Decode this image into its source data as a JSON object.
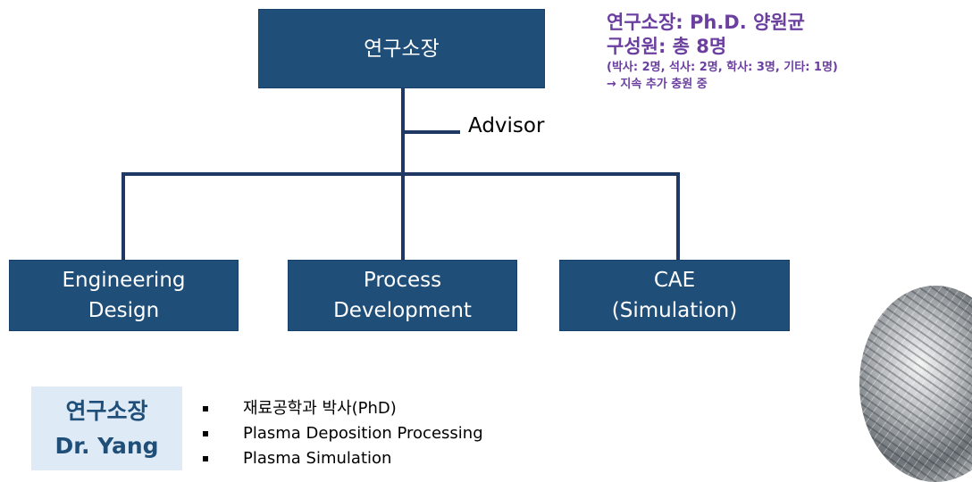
{
  "org": {
    "top": "연구소장",
    "advisor": "Advisor",
    "teams": [
      {
        "line1": "Engineering",
        "line2": "Design"
      },
      {
        "line1": "Process",
        "line2": "Development"
      },
      {
        "line1": "CAE",
        "line2": "(Simulation)"
      }
    ]
  },
  "info": {
    "line1": "연구소장: Ph.D. 양원균",
    "line2": "구성원: 총 8명",
    "line3": "(박사: 2명, 석사: 2명, 학사: 3명, 기타: 1명)",
    "line4": "→ 지속 추가 충원 중"
  },
  "director": {
    "title": "연구소장",
    "name": "Dr. Yang",
    "bullets": [
      "재료공학과 박사(PhD)",
      "Plasma Deposition Processing",
      "Plasma Simulation"
    ]
  },
  "colors": {
    "box": "#1f4e79",
    "line": "#1f3864",
    "info": "#6b3fa0",
    "badge_bg": "#deebf7"
  }
}
